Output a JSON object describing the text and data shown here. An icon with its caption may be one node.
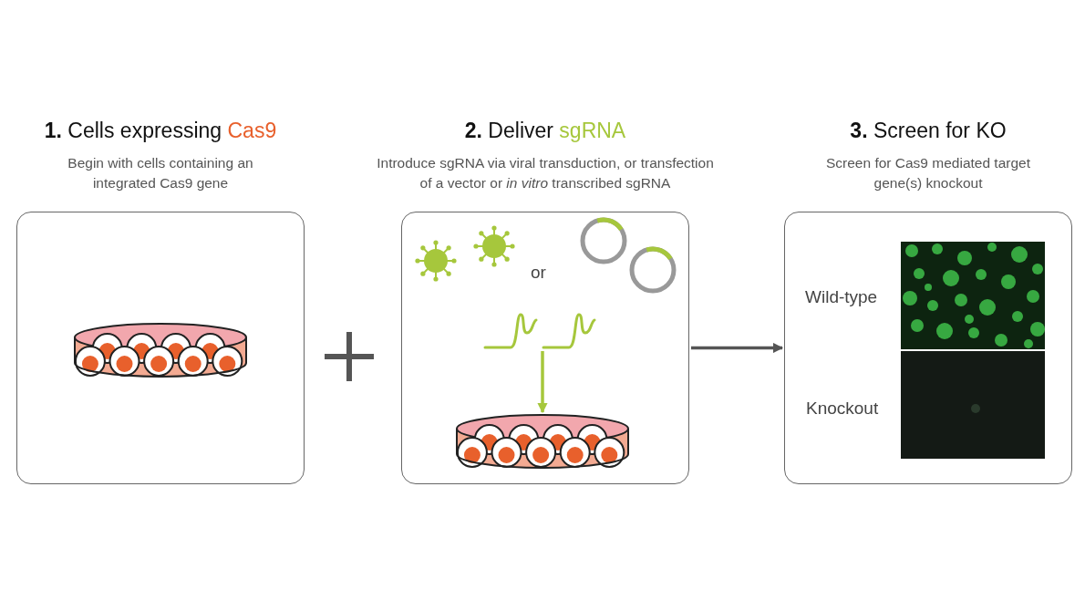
{
  "diagram": {
    "nodes": [
      {
        "text": [
          "**1.** Cells expressing Cas9",
          "Begin with cells containing an integrated Cas9 gene"
        ]
      },
      {
        "text": [
          "**2.** Deliver sgRNA",
          "Introduce sgRNA via viral transduction, or transfection of a vector or *in vitro* transcribed sgRNA"
        ]
      },
      {
        "text": [],
        "shape": "picture",
        "in": 1
      },
      {
        "text": [],
        "shape": "picture",
        "in": 1
      },
      {
        "text": [
          "**3.** Screen for KO",
          "Screen for Cas9 mediated target gene(s) knockout"
        ]
      }
    ],
    "edges": [
      {
        "from": 2,
        "to": 3,
        "arrow": "to",
        "color": "#a6c73c"
      },
      {
        "from": 1,
        "to": 4,
        "arrow": "to",
        "color": "#555555"
      }
    ],
    "labels": [
      "or",
      "Wild-type",
      "Knockout"
    ]
  }
}
